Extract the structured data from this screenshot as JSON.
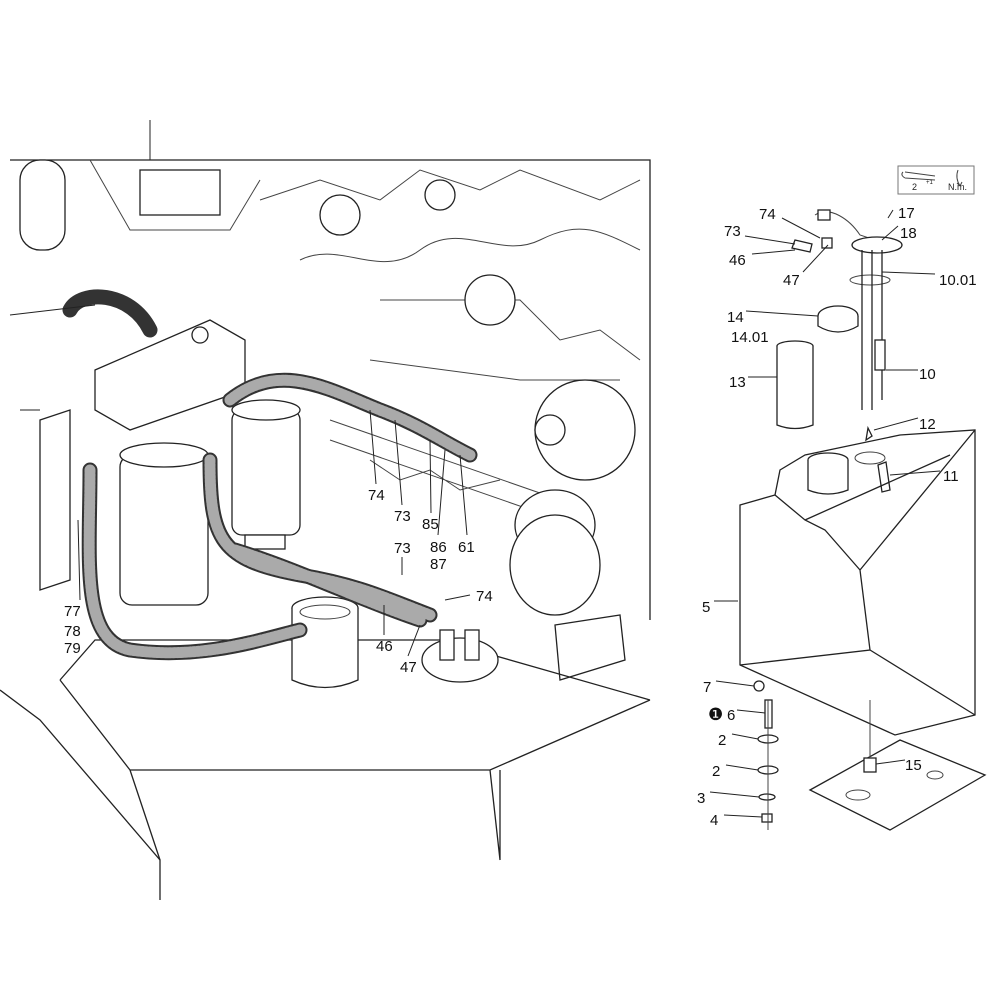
{
  "torque_box": {
    "value": "2",
    "superscript": "+1",
    "unit": "N.m."
  },
  "left_view": {
    "callouts": [
      "74",
      "73",
      "85",
      "86",
      "87",
      "61",
      "73",
      "74",
      "46",
      "47",
      "77",
      "78",
      "79"
    ]
  },
  "right_view": {
    "callouts": [
      "74",
      "73",
      "46",
      "47",
      "17",
      "18",
      "10.01",
      "14",
      "14.01",
      "13",
      "10",
      "12",
      "11",
      "5",
      "7",
      "6",
      "2",
      "2",
      "3",
      "4",
      "15"
    ],
    "note_marker": "❶"
  }
}
